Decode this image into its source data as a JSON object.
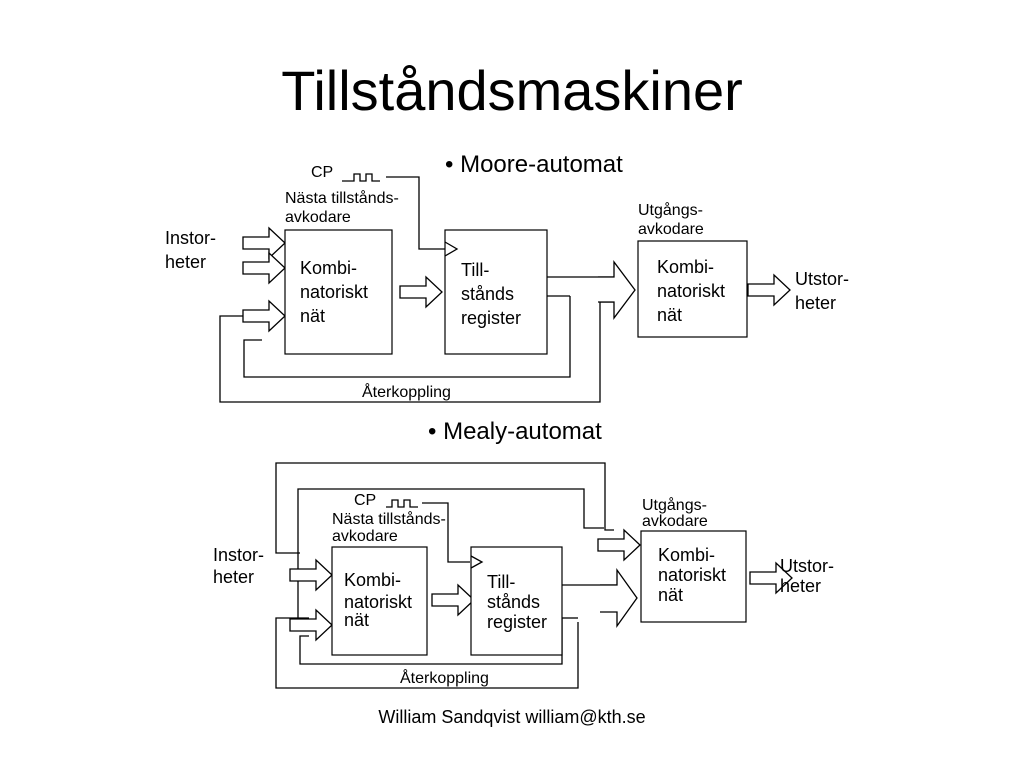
{
  "title": "Tillståndsmaskiner",
  "moore": {
    "heading": "• Moore-automat",
    "cp": "CP",
    "next_state_decoder": [
      "Nästa tillstånds-",
      "avkodare"
    ],
    "inputs": [
      "Instor-",
      "heter"
    ],
    "comb_net": [
      "Kombi-",
      "natoriskt",
      "nät"
    ],
    "state_register": [
      "Till-",
      "stånds",
      "register"
    ],
    "output_decoder": [
      "Utgångs-",
      "avkodare"
    ],
    "output_net": [
      "Kombi-",
      "natoriskt",
      "nät"
    ],
    "outputs": [
      "Utstor-",
      "heter"
    ],
    "feedback": "Återkoppling"
  },
  "mealy": {
    "heading": "• Mealy-automat",
    "cp": "CP",
    "next_state_decoder": [
      "Nästa tillstånds-",
      "avkodare"
    ],
    "inputs": [
      "Instor-",
      "heter"
    ],
    "comb_net": [
      "Kombi-",
      "natoriskt",
      "nät"
    ],
    "state_register": [
      "Till-",
      "stånds",
      "register"
    ],
    "output_decoder": [
      "Utgångs-",
      "avkodare"
    ],
    "output_net": [
      "Kombi-",
      "natoriskt",
      "nät"
    ],
    "outputs": [
      "Utstor-",
      "heter"
    ],
    "feedback": "Återkoppling"
  },
  "footer": "William Sandqvist  william@kth.se"
}
